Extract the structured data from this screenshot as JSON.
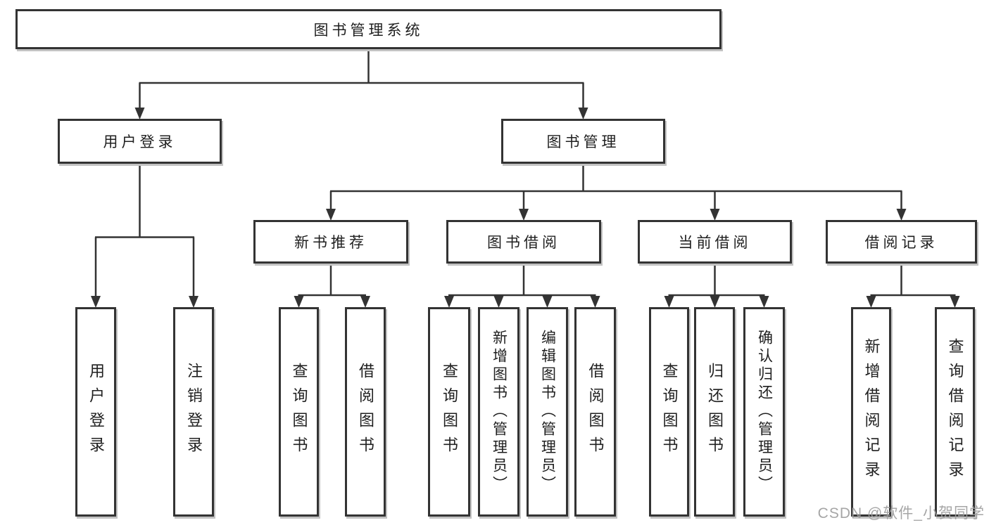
{
  "diagram": {
    "type": "hierarchy",
    "root": {
      "label": "图书管理系统"
    },
    "level2": {
      "user_login": {
        "label": "用户登录"
      },
      "book_management": {
        "label": "图书管理"
      }
    },
    "user_login_children": [
      {
        "label": "用户登录"
      },
      {
        "label": "注销登录"
      }
    ],
    "book_management_sections": [
      {
        "label": "新书推荐",
        "children": [
          {
            "label": "查询图书"
          },
          {
            "label": "借阅图书"
          }
        ]
      },
      {
        "label": "图书借阅",
        "children": [
          {
            "label": "查询图书"
          },
          {
            "label": "新增图书（管理员）"
          },
          {
            "label": "编辑图书（管理员）"
          },
          {
            "label": "借阅图书"
          }
        ]
      },
      {
        "label": "当前借阅",
        "children": [
          {
            "label": "查询图书"
          },
          {
            "label": "归还图书"
          },
          {
            "label": "确认归还（管理员）"
          }
        ]
      },
      {
        "label": "借阅记录",
        "children": [
          {
            "label": "新增借阅记录"
          },
          {
            "label": "查询借阅记录"
          }
        ]
      }
    ],
    "watermark": "CSDN @软件_小贺同学",
    "colors": {
      "border": "#333333",
      "line": "#333333",
      "text": "#1f1f1f",
      "background": "#ffffff",
      "watermark": "#9e9e9e"
    }
  }
}
